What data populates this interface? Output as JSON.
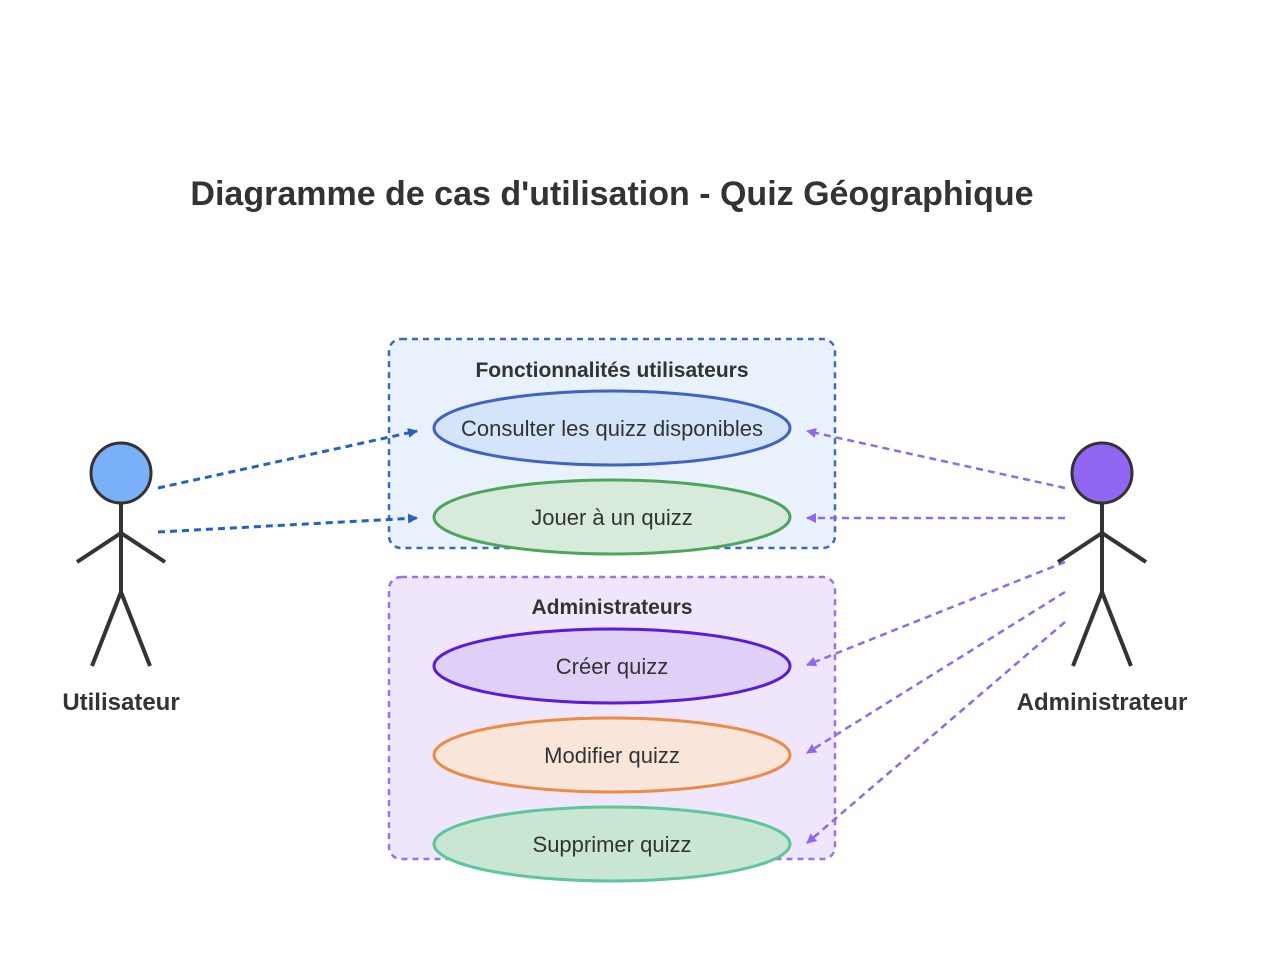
{
  "title": "Diagramme de cas d'utilisation - Quiz Géographique",
  "actors": [
    {
      "name": "Utilisateur",
      "color": "#7ab0f8"
    },
    {
      "name": "Administrateur",
      "color": "#9166f3"
    }
  ],
  "groups": [
    {
      "title": "Fonctionnalités utilisateurs",
      "fill": "#e8f1fc",
      "border": "#3a68c4"
    },
    {
      "title": "Administrateurs",
      "fill": "#f0e6fc",
      "border": "#9a70ee"
    }
  ],
  "use_cases": [
    {
      "label": "Consulter les quizz disponibles",
      "fill": "#d3e4fb",
      "stroke": "#3e63c4"
    },
    {
      "label": "Jouer à un quizz",
      "fill": "#d8ebdb",
      "stroke": "#4ea55c"
    },
    {
      "label": "Créer quizz",
      "fill": "#dfd0f8",
      "stroke": "#5a1bde"
    },
    {
      "label": "Modifier quizz",
      "fill": "#fae5da",
      "stroke": "#ea8b46"
    },
    {
      "label": "Supprimer quizz",
      "fill": "#c9e6d2",
      "stroke": "#5fc59e"
    }
  ],
  "link_colors": {
    "user": "#2460c8",
    "admin": "#9166f3"
  }
}
